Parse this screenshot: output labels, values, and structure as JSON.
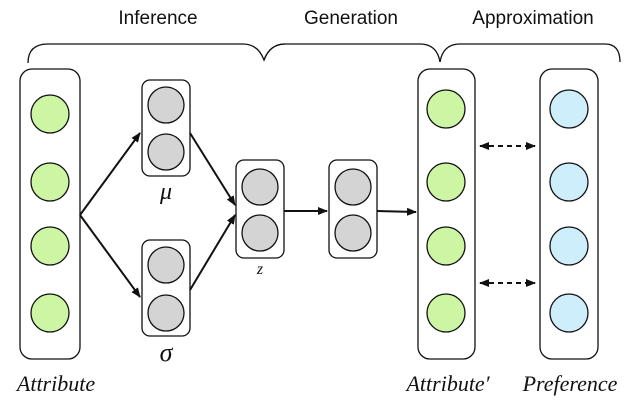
{
  "sections": {
    "inference": "Inference",
    "generation": "Generation",
    "approximation": "Approximation"
  },
  "labels": {
    "mu": "μ",
    "sigma": "σ",
    "z": "z",
    "attribute": "Attribute",
    "attribute_prime": "Attribute′",
    "preference": "Preference"
  },
  "colors": {
    "attribute_node": "#ccf6a4",
    "latent_node": "#d4d4d4",
    "preference_node": "#cfeefb",
    "stroke": "#111111"
  },
  "layers": [
    {
      "id": "attribute",
      "nodes": 4,
      "color": "attribute_node"
    },
    {
      "id": "mu",
      "nodes": 2,
      "color": "latent_node"
    },
    {
      "id": "sigma",
      "nodes": 2,
      "color": "latent_node"
    },
    {
      "id": "z",
      "nodes": 2,
      "color": "latent_node"
    },
    {
      "id": "hidden",
      "nodes": 2,
      "color": "latent_node"
    },
    {
      "id": "attribute_prime",
      "nodes": 4,
      "color": "attribute_node"
    },
    {
      "id": "preference",
      "nodes": 4,
      "color": "preference_node"
    }
  ]
}
